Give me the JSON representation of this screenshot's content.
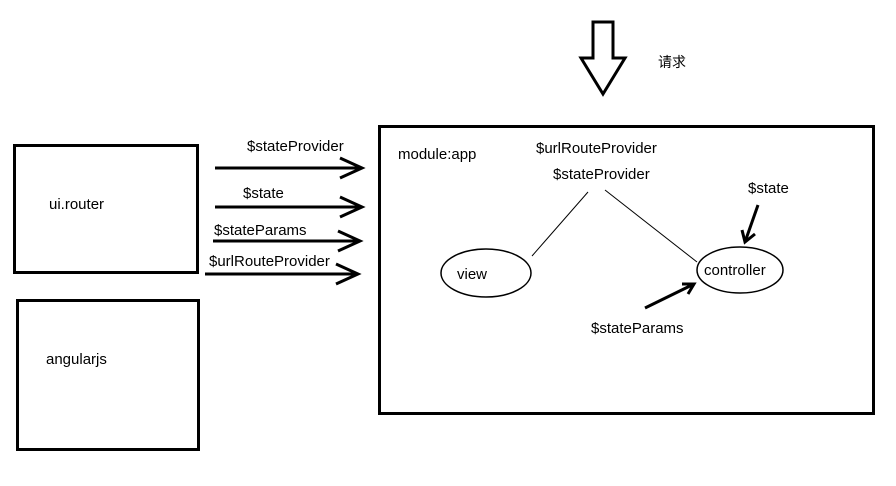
{
  "request_label": "请求",
  "boxes": {
    "ui_router": "ui.router",
    "angularjs": "angularjs",
    "module_app": "module:app"
  },
  "incoming_arrows": [
    "$stateProvider",
    "$state",
    "$stateParams",
    "$urlRouteProvider"
  ],
  "module": {
    "providers": [
      "$urlRouteProvider",
      "$stateProvider"
    ],
    "view": "view",
    "controller": "controller",
    "state_label": "$state",
    "state_params_label": "$stateParams"
  }
}
